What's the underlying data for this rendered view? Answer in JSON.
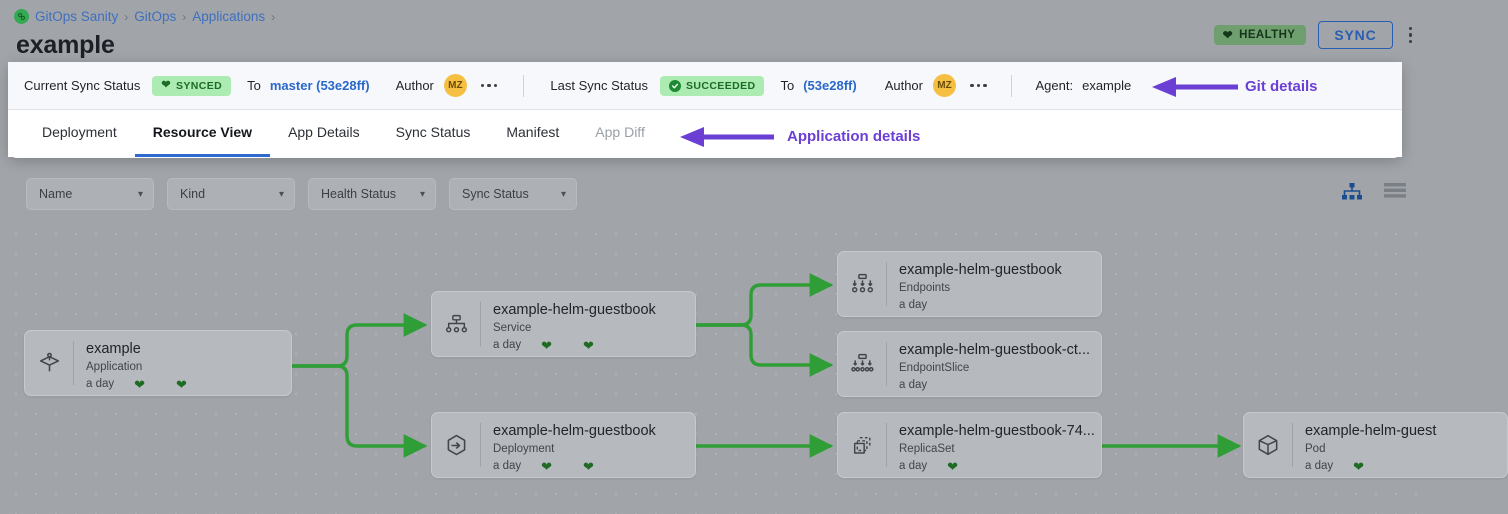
{
  "breadcrumb": {
    "logo_icon": "gitops-logo-icon",
    "items": [
      "GitOps Sanity",
      "GitOps",
      "Applications"
    ],
    "separator": "›"
  },
  "page_title": "example",
  "header_actions": {
    "health_badge": {
      "label": "HEALTHY",
      "icon": "heart-icon",
      "color": "#6f9e6f"
    },
    "sync_button": "SYNC",
    "kebab_icon": "more-vertical-icon"
  },
  "sync_panel": {
    "current_sync_status_label": "Current Sync Status",
    "current_sync_badge": {
      "label": "SYNCED",
      "icon": "heart-icon",
      "color": "#acebb1"
    },
    "to_label_1": "To",
    "revision_1": "master (53e28ff)",
    "author_label_1": "Author",
    "author_initials_1": "MZ",
    "more_icon_1": "more-horizontal-icon",
    "last_sync_status_label": "Last Sync Status",
    "last_sync_badge": {
      "label": "SUCCEEDED",
      "icon": "check-circle-icon",
      "color": "#acebb1"
    },
    "to_label_2": "To",
    "revision_2": "(53e28ff)",
    "author_label_2": "Author",
    "author_initials_2": "MZ",
    "more_icon_2": "more-horizontal-icon",
    "agent_label": "Agent:",
    "agent_value": "example"
  },
  "tabs": [
    {
      "label": "Deployment",
      "active": false,
      "muted": false
    },
    {
      "label": "Resource View",
      "active": true,
      "muted": false
    },
    {
      "label": "App Details",
      "active": false,
      "muted": false
    },
    {
      "label": "Sync Status",
      "active": false,
      "muted": false
    },
    {
      "label": "Manifest",
      "active": false,
      "muted": false
    },
    {
      "label": "App Diff",
      "active": false,
      "muted": true
    }
  ],
  "annotations": [
    {
      "name": "git-details-annotation",
      "text": "Git details",
      "color": "#6b3fd4"
    },
    {
      "name": "application-details-annotation",
      "text": "Application details",
      "color": "#6b3fd4"
    }
  ],
  "filters": [
    {
      "label": "Name",
      "icon": "chevron-down-icon"
    },
    {
      "label": "Kind",
      "icon": "chevron-down-icon"
    },
    {
      "label": "Health Status",
      "icon": "chevron-down-icon"
    },
    {
      "label": "Sync Status",
      "icon": "chevron-down-icon"
    }
  ],
  "view_toggles": [
    {
      "name": "tree-view-icon",
      "active": true,
      "color": "#1a4d8f"
    },
    {
      "name": "list-view-icon",
      "active": false,
      "color": "#7b8087"
    }
  ],
  "graph": {
    "edge_color": "#2f9e36",
    "nodes": [
      {
        "id": "app",
        "icon": "application-icon",
        "name": "example",
        "kind": "Application",
        "age": "a day",
        "hearts": 2
      },
      {
        "id": "service",
        "icon": "service-icon",
        "name": "example-helm-guestbook",
        "kind": "Service",
        "age": "a day",
        "hearts": 2
      },
      {
        "id": "endpoints",
        "icon": "endpoints-icon",
        "name": "example-helm-guestbook",
        "kind": "Endpoints",
        "age": "a day",
        "hearts": 0
      },
      {
        "id": "eps",
        "icon": "endpointslice-icon",
        "name": "example-helm-guestbook-ct...",
        "kind": "EndpointSlice",
        "age": "a day",
        "hearts": 0
      },
      {
        "id": "deployment",
        "icon": "deployment-icon",
        "name": "example-helm-guestbook",
        "kind": "Deployment",
        "age": "a day",
        "hearts": 2
      },
      {
        "id": "replicaset",
        "icon": "replicaset-icon",
        "name": "example-helm-guestbook-74...",
        "kind": "ReplicaSet",
        "age": "a day",
        "hearts": 1
      },
      {
        "id": "pod",
        "icon": "pod-icon",
        "name": "example-helm-guest",
        "kind": "Pod",
        "age": "a day",
        "hearts": 1
      }
    ]
  }
}
